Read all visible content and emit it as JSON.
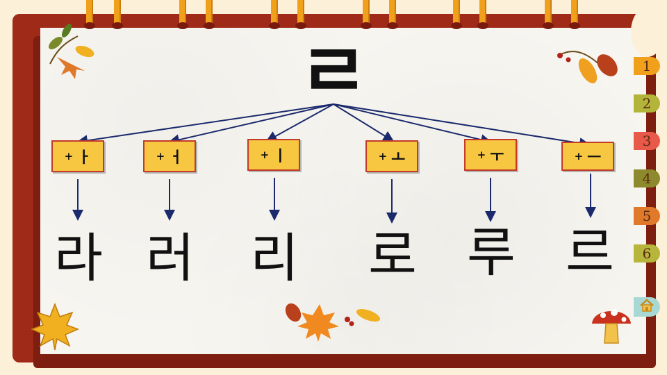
{
  "main_consonant": "ㄹ",
  "vowel_boxes": [
    {
      "plus": "+",
      "vowel": "ㅏ"
    },
    {
      "plus": "+",
      "vowel": "ㅓ"
    },
    {
      "plus": "+",
      "vowel": "ㅣ"
    },
    {
      "plus": "+",
      "vowel": "ㅗ"
    },
    {
      "plus": "+",
      "vowel": "ㅜ"
    },
    {
      "plus": "+",
      "vowel": "ㅡ"
    }
  ],
  "syllables": [
    "라",
    "러",
    "리",
    "로",
    "루",
    "르"
  ],
  "tabs": [
    {
      "label": "1",
      "color": "#f0a01a"
    },
    {
      "label": "2",
      "color": "#b3b53a"
    },
    {
      "label": "3",
      "color": "#e8594a"
    },
    {
      "label": "4",
      "color": "#8c8a2c"
    },
    {
      "label": "5",
      "color": "#e07a2a"
    },
    {
      "label": "6",
      "color": "#b7b53c"
    }
  ],
  "colors": {
    "frame": "#9e2a17",
    "box_fill": "#f8c741",
    "box_border": "#c3392a",
    "arrow": "#1a2a6c"
  },
  "icons": {
    "home": "home-icon",
    "leaves": "autumn-leaves-icon",
    "mushroom": "mushroom-icon"
  }
}
